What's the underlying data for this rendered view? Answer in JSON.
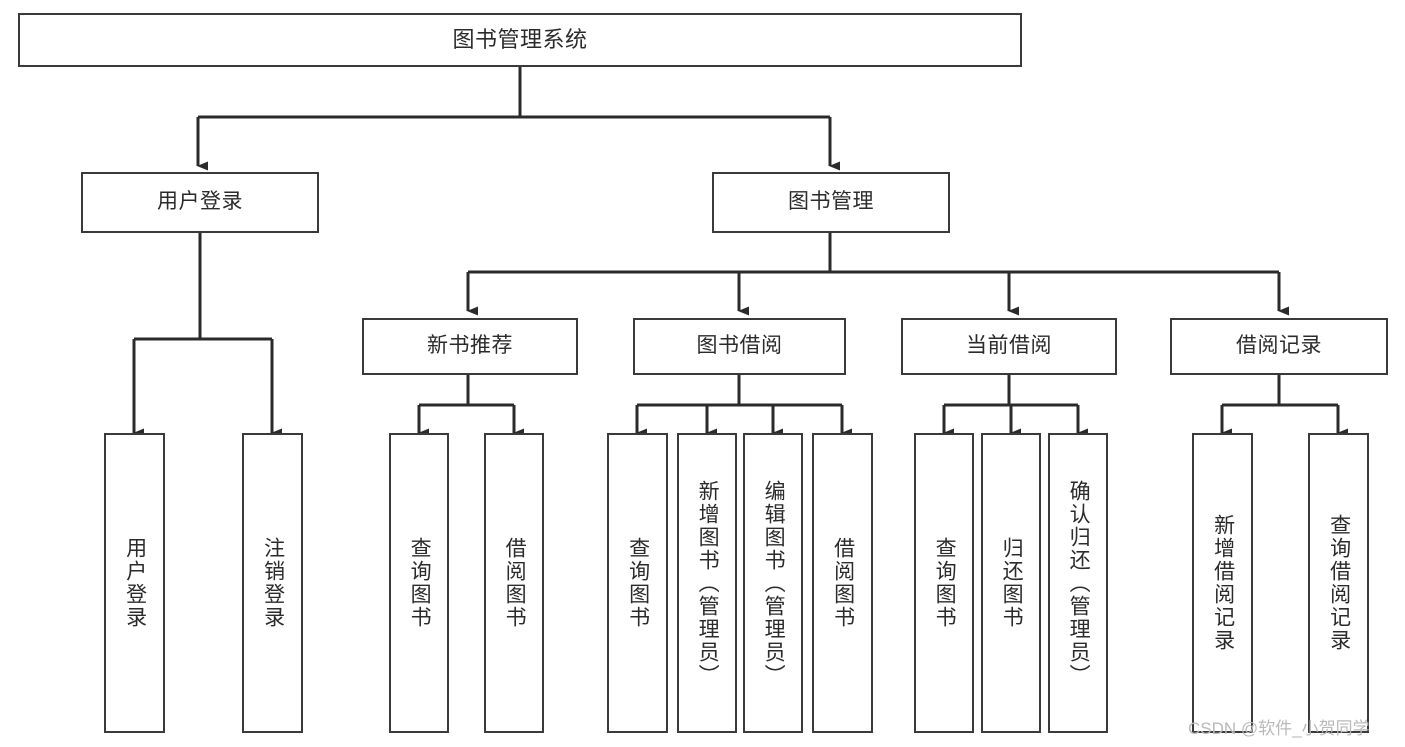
{
  "diagram": {
    "type": "tree-hierarchy-chart",
    "title": "图书管理系统",
    "levels": {
      "root": {
        "label": "图书管理系统"
      },
      "level2": [
        {
          "label": "用户登录"
        },
        {
          "label": "图书管理"
        }
      ],
      "level3": [
        {
          "label": "新书推荐"
        },
        {
          "label": "图书借阅"
        },
        {
          "label": "当前借阅"
        },
        {
          "label": "借阅记录"
        }
      ],
      "leaves": {
        "user_login": [
          {
            "label": "用户登录"
          },
          {
            "label": "注销登录"
          }
        ],
        "new_book_recommend": [
          {
            "label": "查询图书"
          },
          {
            "label": "借阅图书"
          }
        ],
        "book_borrow": [
          {
            "label": "查询图书"
          },
          {
            "label": "新增图书（管理员）"
          },
          {
            "label": "编辑图书（管理员）"
          },
          {
            "label": "借阅图书"
          }
        ],
        "current_borrow": [
          {
            "label": "查询图书"
          },
          {
            "label": "归还图书"
          },
          {
            "label": "确认归还（管理员）"
          }
        ],
        "borrow_record": [
          {
            "label": "新增借阅记录"
          },
          {
            "label": "查询借阅记录"
          }
        ]
      }
    },
    "colors": {
      "box_border": "#3a3a3a",
      "box_fill": "#ffffff",
      "connector": "#2b2b2b",
      "text": "#2b2b2b",
      "watermark": "#b9b9b9"
    },
    "watermark": "CSDN @软件_小贺同学"
  }
}
